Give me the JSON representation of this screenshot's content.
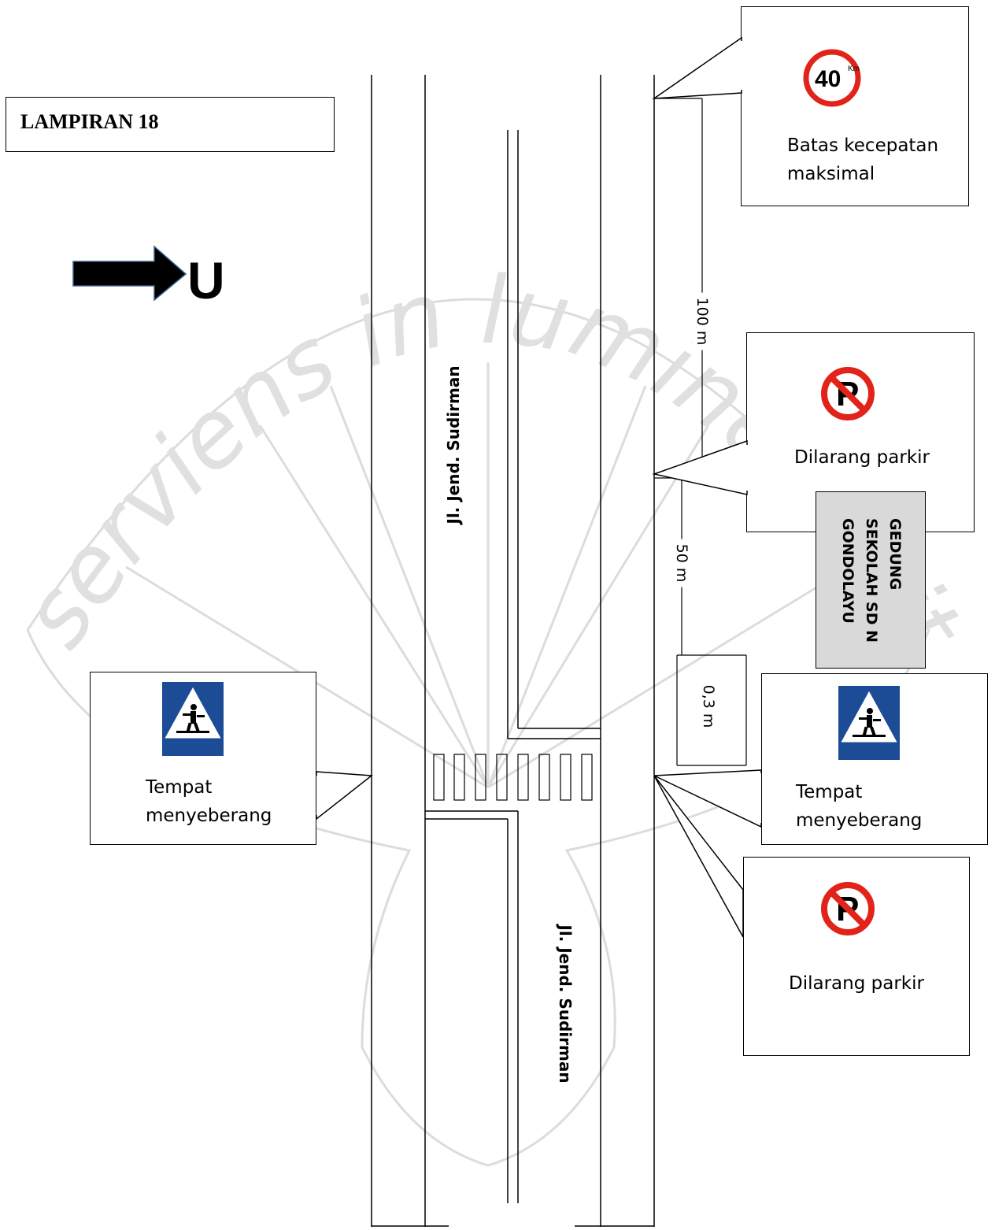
{
  "title": "LAMPIRAN 18",
  "compass": {
    "letter": "U",
    "icon": "arrow-right-icon"
  },
  "roads": {
    "name_upper": "Jl. Jend. Sudirman",
    "name_lower": "Jl. Jend. Sudirman"
  },
  "distances": {
    "d1": "100 m",
    "d2": "50 m",
    "d3": "0,3 m"
  },
  "school": {
    "line1": "GEDUNG",
    "line2": "SEKOLAH SD N",
    "line3": "GONDOLAYU"
  },
  "signs": {
    "speed": {
      "value": "40",
      "unit": "Km",
      "label_line1": "Batas kecepatan",
      "label_line2": "maksimal",
      "icon": "speed-limit-icon"
    },
    "no_parking_top": {
      "label": "Dilarang parkir",
      "icon": "no-parking-icon"
    },
    "crossing_left": {
      "label_line1": "Tempat",
      "label_line2": "menyeberang",
      "icon": "pedestrian-crossing-icon"
    },
    "crossing_right": {
      "label_line1": "Tempat",
      "label_line2": "menyeberang",
      "icon": "pedestrian-crossing-icon"
    },
    "no_parking_bottom": {
      "label": "Dilarang parkir",
      "icon": "no-parking-icon"
    }
  },
  "watermark": {
    "text": "serviens in lumine veritatis",
    "color": "#d9d9d9"
  },
  "colors": {
    "no_parking_red": "#e2231a",
    "crossing_blue": "#1c4c96",
    "school_gray": "#d9d9d9"
  }
}
